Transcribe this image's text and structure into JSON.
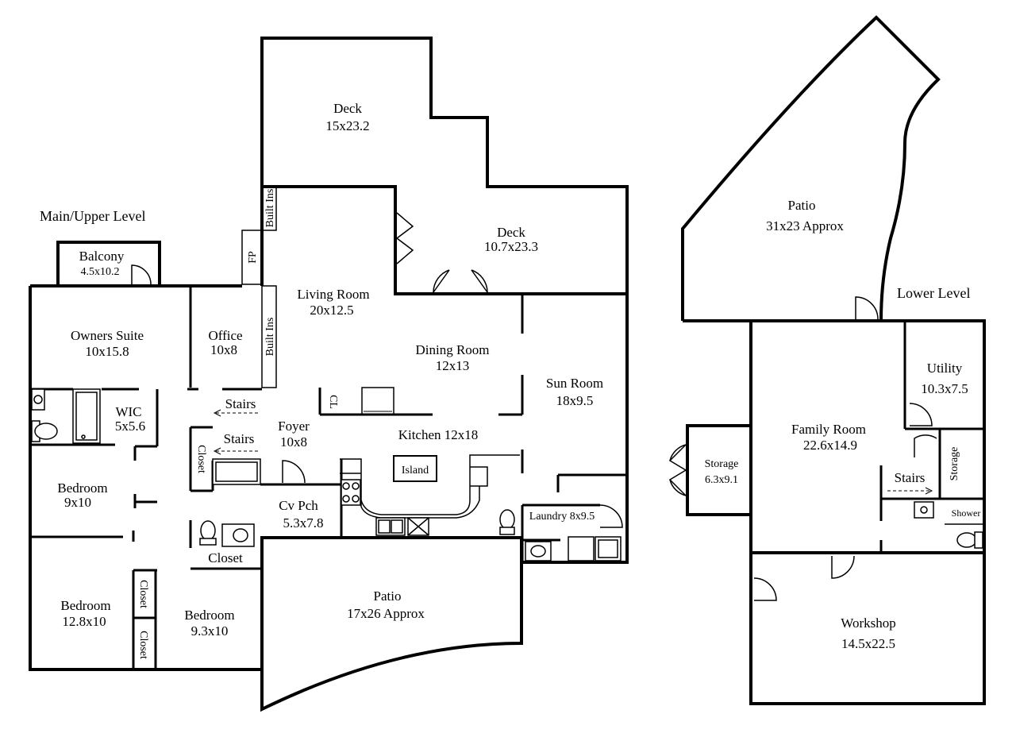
{
  "levels": {
    "main": "Main/Upper Level",
    "lower": "Lower Level"
  },
  "rooms": {
    "deck_top": {
      "name": "Deck",
      "size": "15x23.2"
    },
    "deck_right": {
      "name": "Deck",
      "size": "10.7x23.3"
    },
    "balcony": {
      "name": "Balcony",
      "size": "4.5x10.2"
    },
    "living_room": {
      "name": "Living Room",
      "size": "20x12.5"
    },
    "owners_suite": {
      "name": "Owners Suite",
      "size": "10x15.8"
    },
    "office": {
      "name": "Office",
      "size": "10x8"
    },
    "dining_room": {
      "name": "Dining Room",
      "size": "12x13"
    },
    "sun_room": {
      "name": "Sun Room",
      "size": "18x9.5"
    },
    "wic": {
      "name": "WIC",
      "size": "5x5.6"
    },
    "foyer": {
      "name": "Foyer",
      "size": "10x8"
    },
    "kitchen": {
      "name": "Kitchen 12x18"
    },
    "bedroom1": {
      "name": "Bedroom",
      "size": "9x10"
    },
    "cv_pch": {
      "name": "Cv Pch",
      "size": "5.3x7.8"
    },
    "laundry": {
      "name": "Laundry 8x9.5"
    },
    "bedroom2": {
      "name": "Bedroom",
      "size": "12.8x10"
    },
    "bedroom3": {
      "name": "Bedroom",
      "size": "9.3x10"
    },
    "patio_main": {
      "name": "Patio",
      "size": "17x26 Approx"
    },
    "patio_lower": {
      "name": "Patio",
      "size": "31x23 Approx"
    },
    "utility": {
      "name": "Utility",
      "size": "10.3x7.5"
    },
    "family_room": {
      "name": "Family Room",
      "size": "22.6x14.9"
    },
    "storage_left": {
      "name": "Storage",
      "size": "6.3x9.1"
    },
    "storage_right": {
      "name": "Storage"
    },
    "shower": {
      "name": "Shower"
    },
    "workshop": {
      "name": "Workshop",
      "size": "14.5x22.5"
    }
  },
  "labels": {
    "built_ins": "Built Ins",
    "fp": "FP",
    "cl": "CL",
    "stairs": "Stairs",
    "closet": "Closet",
    "island": "Island"
  }
}
